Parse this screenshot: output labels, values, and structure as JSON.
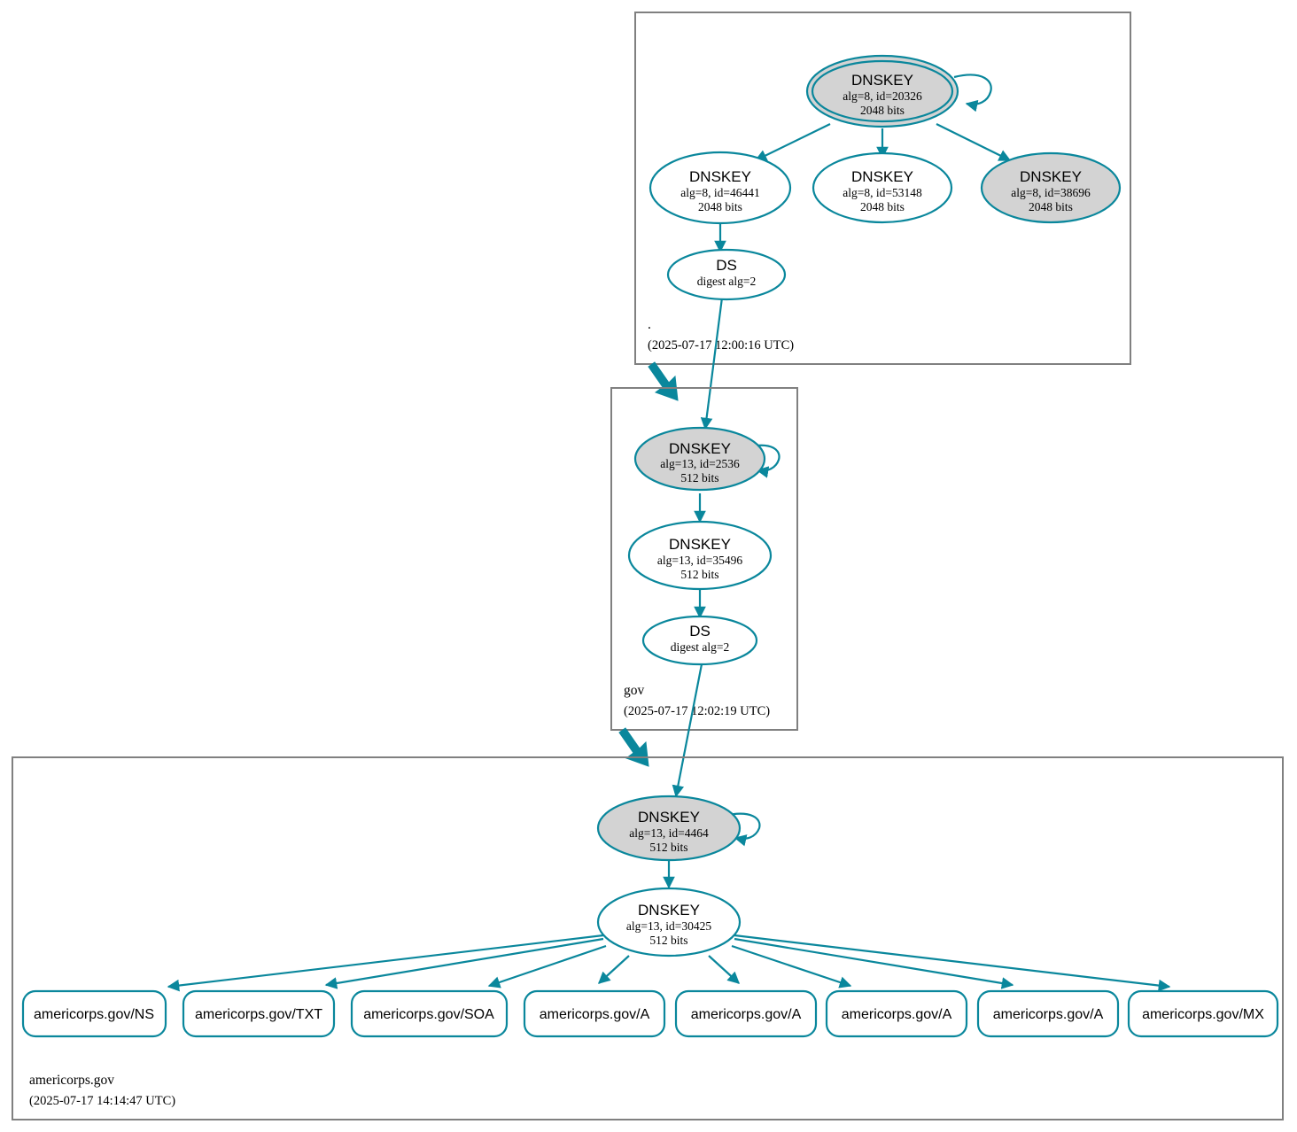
{
  "diagram": {
    "kind": "dnssec-authentication-chain",
    "colors": {
      "accent_teal": "#0a879c",
      "node_fill_secure": "#d3d3d3",
      "node_fill_plain": "#ffffff",
      "zone_border": "#808080",
      "text": "#000000",
      "background": "#ffffff"
    }
  },
  "zones": [
    {
      "id": "root",
      "name": ".",
      "timestamp": "(2025-07-17 12:00:16 UTC)",
      "nodes": [
        {
          "id": "root-ksk-20326",
          "type": "DNSKEY",
          "title": "DNSKEY",
          "detail": "alg=8, id=20326",
          "size": "2048 bits",
          "fill": "grey",
          "trust_anchor": true
        },
        {
          "id": "root-zsk-46441",
          "type": "DNSKEY",
          "title": "DNSKEY",
          "detail": "alg=8, id=46441",
          "size": "2048 bits",
          "fill": "white",
          "trust_anchor": false
        },
        {
          "id": "root-zsk-53148",
          "type": "DNSKEY",
          "title": "DNSKEY",
          "detail": "alg=8, id=53148",
          "size": "2048 bits",
          "fill": "white",
          "trust_anchor": false
        },
        {
          "id": "root-zsk-38696",
          "type": "DNSKEY",
          "title": "DNSKEY",
          "detail": "alg=8, id=38696",
          "size": "2048 bits",
          "fill": "grey",
          "trust_anchor": false
        },
        {
          "id": "root-ds",
          "type": "DS",
          "title": "DS",
          "detail": "digest alg=2",
          "size": "",
          "fill": "white",
          "trust_anchor": false
        }
      ]
    },
    {
      "id": "gov",
      "name": "gov",
      "timestamp": "(2025-07-17 12:02:19 UTC)",
      "nodes": [
        {
          "id": "gov-ksk-2536",
          "type": "DNSKEY",
          "title": "DNSKEY",
          "detail": "alg=13, id=2536",
          "size": "512 bits",
          "fill": "grey",
          "trust_anchor": false
        },
        {
          "id": "gov-zsk-35496",
          "type": "DNSKEY",
          "title": "DNSKEY",
          "detail": "alg=13, id=35496",
          "size": "512 bits",
          "fill": "white",
          "trust_anchor": false
        },
        {
          "id": "gov-ds",
          "type": "DS",
          "title": "DS",
          "detail": "digest alg=2",
          "size": "",
          "fill": "white",
          "trust_anchor": false
        }
      ]
    },
    {
      "id": "americorps",
      "name": "americorps.gov",
      "timestamp": "(2025-07-17 14:14:47 UTC)",
      "nodes": [
        {
          "id": "ac-ksk-4464",
          "type": "DNSKEY",
          "title": "DNSKEY",
          "detail": "alg=13, id=4464",
          "size": "512 bits",
          "fill": "grey",
          "trust_anchor": false
        },
        {
          "id": "ac-zsk-30425",
          "type": "DNSKEY",
          "title": "DNSKEY",
          "detail": "alg=13, id=30425",
          "size": "512 bits",
          "fill": "white",
          "trust_anchor": false
        }
      ],
      "rrsets": [
        {
          "id": "rr-ns",
          "label": "americorps.gov/NS"
        },
        {
          "id": "rr-txt",
          "label": "americorps.gov/TXT"
        },
        {
          "id": "rr-soa",
          "label": "americorps.gov/SOA"
        },
        {
          "id": "rr-a1",
          "label": "americorps.gov/A"
        },
        {
          "id": "rr-a2",
          "label": "americorps.gov/A"
        },
        {
          "id": "rr-a3",
          "label": "americorps.gov/A"
        },
        {
          "id": "rr-a4",
          "label": "americorps.gov/A"
        },
        {
          "id": "rr-mx",
          "label": "americorps.gov/MX"
        }
      ]
    }
  ]
}
